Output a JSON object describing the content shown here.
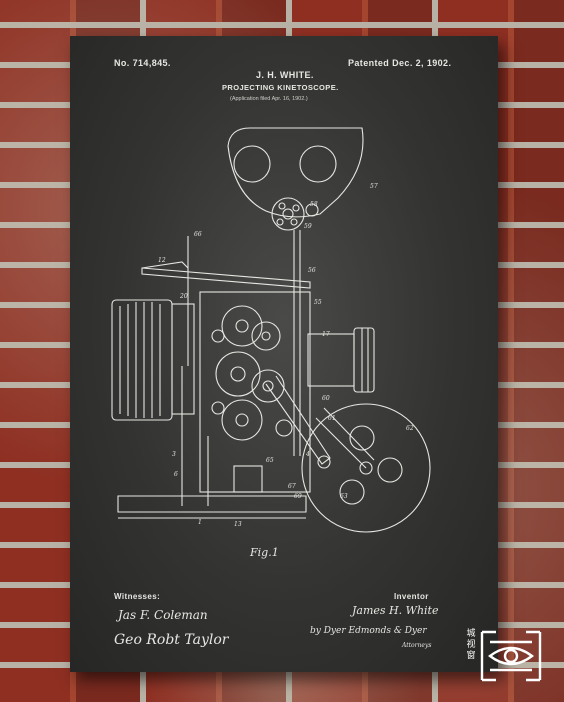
{
  "patent": {
    "number": "No. 714,845.",
    "inventor_header": "J. H. WHITE.",
    "title": "PROJECTING KINETOSCOPE.",
    "application": "(Application filed Apr. 16, 1902.)",
    "patented": "Patented Dec. 2, 1902."
  },
  "figure": {
    "label": "Fig.1"
  },
  "signatures": {
    "witnesses_label": "Witnesses:",
    "witness1": "Jas F. Coleman",
    "witness2": "Geo Robt Taylor",
    "inventor_label": "Inventor",
    "inventor_name": "James H. White",
    "attorney_sig": "by Dyer Edmonds & Dyer",
    "attorney_label": "Attorneys"
  },
  "watermark": {
    "text": "城视窗"
  },
  "colors": {
    "chalkboard": "#333331",
    "ink": "#e6e6e2",
    "brick": "#8e2f22"
  }
}
